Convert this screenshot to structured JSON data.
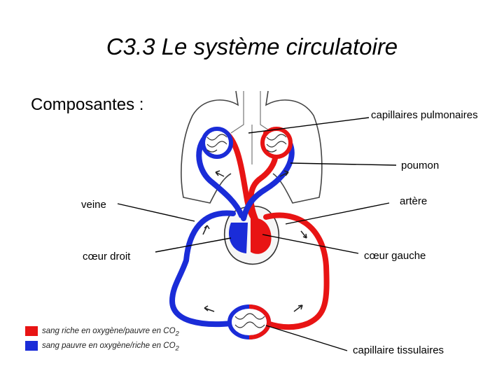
{
  "title": "C3.3 Le système circulatoire",
  "subtitle": "Composantes :",
  "labels": {
    "capillaires_pulmonaires": "capillaires pulmonaires",
    "poumon": "poumon",
    "veine": "veine",
    "artere": "artère",
    "coeur_droit": "cœur droit",
    "coeur_gauche": "cœur gauche",
    "capillaire_tissulaires": "capillaire tissulaires"
  },
  "legend": [
    {
      "color": "#e81414",
      "text": "sang riche en oxygène/pauvre en CO",
      "sub": "2"
    },
    {
      "color": "#1a2cd8",
      "text": "sang pauvre en oxygène/riche en CO",
      "sub": "2"
    }
  ],
  "colors": {
    "oxygenated": "#e81414",
    "deoxygenated": "#1a2cd8",
    "outline": "#333333"
  }
}
